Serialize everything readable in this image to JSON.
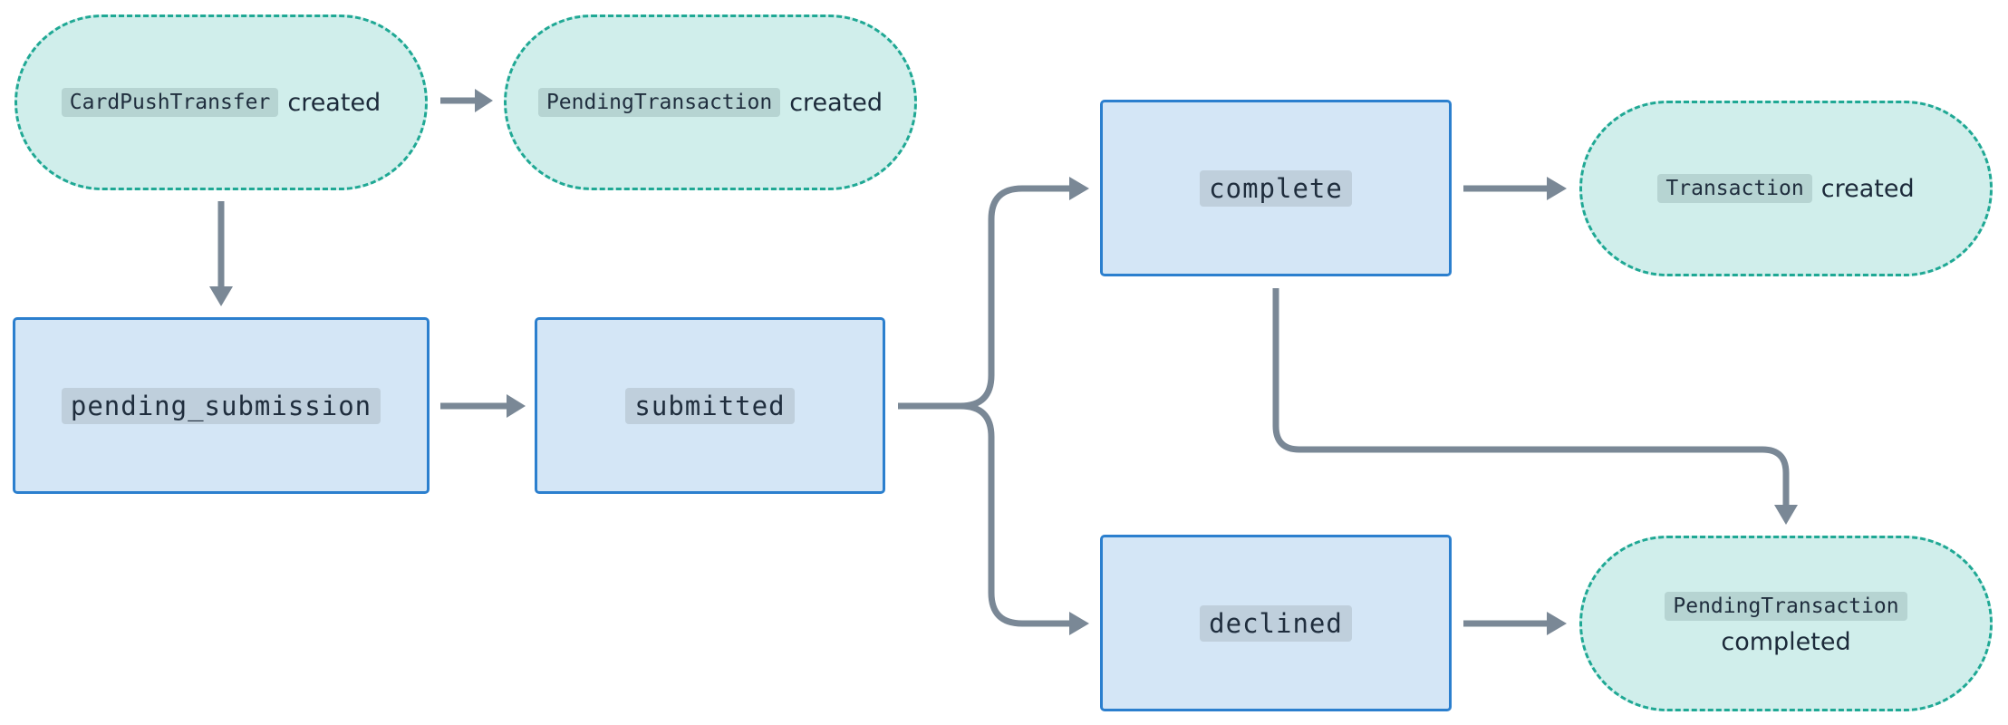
{
  "events": {
    "card_push_transfer_created": {
      "code": "CardPushTransfer",
      "text": "created"
    },
    "pending_transaction_created": {
      "code": "PendingTransaction",
      "text": "created"
    },
    "transaction_created": {
      "code": "Transaction",
      "text": "created"
    },
    "pending_transaction_completed": {
      "code": "PendingTransaction",
      "text": "completed"
    }
  },
  "states": {
    "pending_submission": "pending_submission",
    "submitted": "submitted",
    "complete": "complete",
    "declined": "declined"
  },
  "colors": {
    "state_fill": "#d4e6f6",
    "state_border": "#2b7fce",
    "event_fill": "#d0eeeb",
    "event_border": "#1fa894",
    "arrow": "#7a8896"
  }
}
